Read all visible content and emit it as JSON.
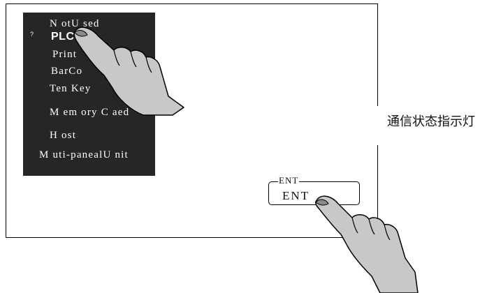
{
  "menu": {
    "marker": "?",
    "items": [
      {
        "label": "N otU sed",
        "selected": false
      },
      {
        "label": "PLC",
        "selected": true
      },
      {
        "label": "Print",
        "selected": false
      },
      {
        "label": "BarCo",
        "selected": false
      },
      {
        "label": "Ten Key",
        "selected": false
      },
      {
        "label": "M em ory C aed",
        "selected": false
      },
      {
        "label": "H ost",
        "selected": false
      },
      {
        "label": "M uti-panealU nit",
        "selected": false
      }
    ]
  },
  "button": {
    "label": "ENT",
    "ghost_label": "ENT"
  },
  "callout": {
    "label": "通信状态指示灯"
  },
  "icons": {
    "pointer": "pointing-hand-icon"
  },
  "colors": {
    "panel": "#262626",
    "hand_fill": "#c8c8c8",
    "outline": "#000000"
  }
}
